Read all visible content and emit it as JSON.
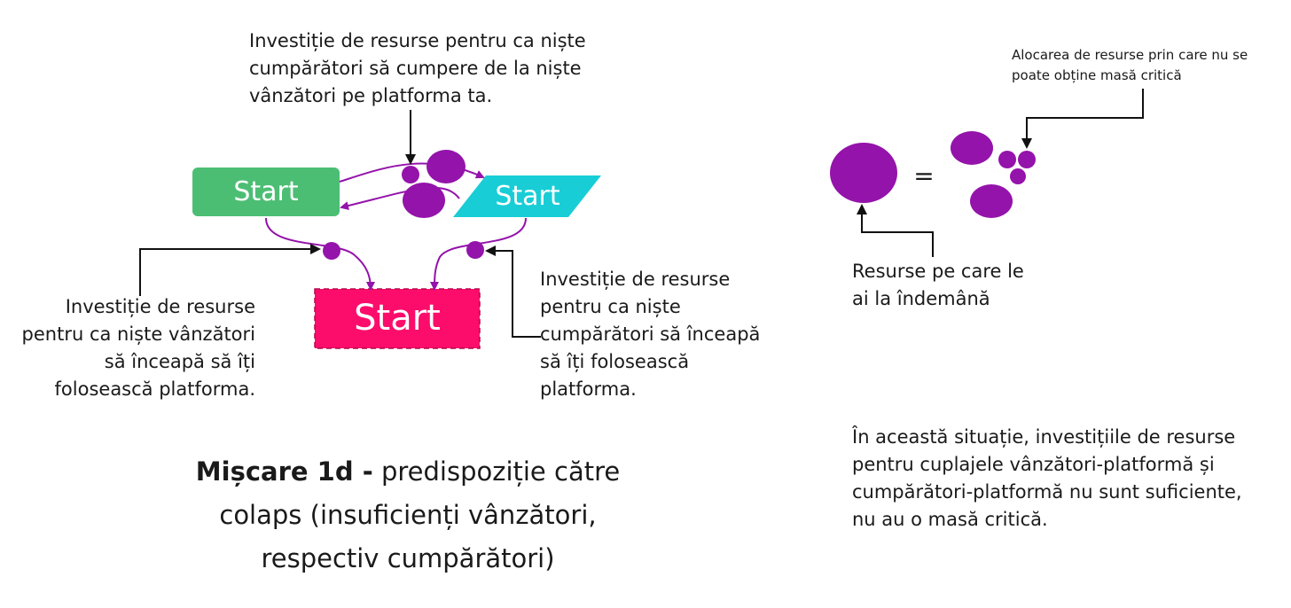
{
  "nodes": {
    "sellers_start": "Start",
    "buyers_start": "Start",
    "platform_start": "Start"
  },
  "notes": {
    "top": "Investiție de resurse pentru ca niște cumpărători să cumpere de la niște vânzători pe platforma ta.",
    "left": "Investiție de resurse pentru ca niște vânzători să înceapă să îți folosească platforma.",
    "right": "Investiție de resurse pentru ca niște cumpărători să înceapă să îți folosească platforma.",
    "allocation": "Alocarea de resurse prin care nu se poate obține masă critică",
    "resources": "Resurse pe care le ai la îndemână",
    "situation": "În această situație, investițiile de resurse pentru cuplajele vânzători-platformă și cumpărători-platformă nu sunt suficiente, nu au o masă critică."
  },
  "equals_sign": "=",
  "caption": {
    "bold": "Mișcare 1d -",
    "rest": "predispoziție către colaps (insuficienți vânzători, respectiv cumpărători)"
  },
  "colors": {
    "sellers": "#4cbe74",
    "buyers": "#18cdd6",
    "platform": "#fc0d6b",
    "resource": "#9413aa",
    "arrow": "#111111"
  }
}
